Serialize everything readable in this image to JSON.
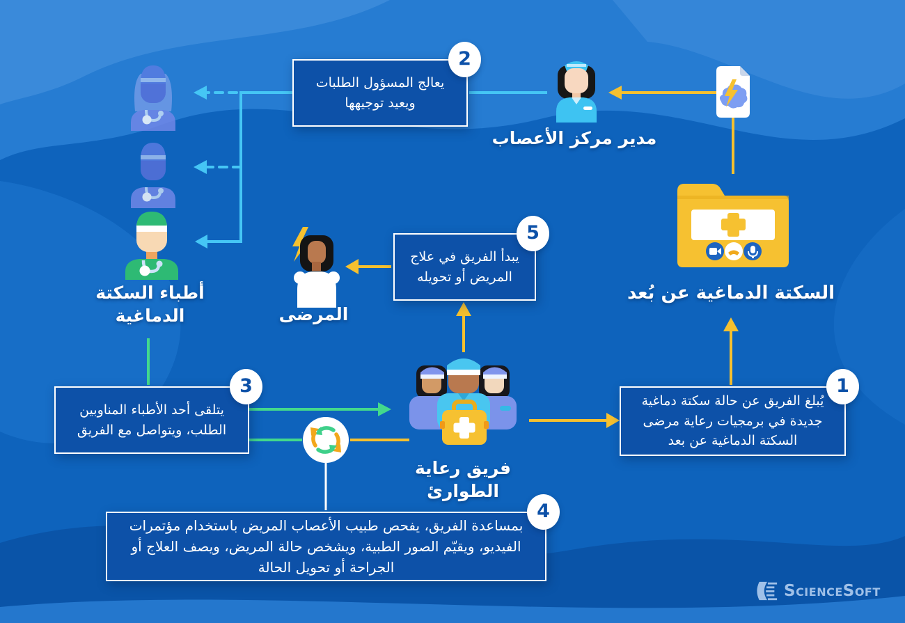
{
  "steps": [
    {
      "num": "1",
      "text": "يُبلغ الفريق عن حالة سكتة دماغية جديدة في برمجيات رعاية مرضى السكتة الدماغية عن بعد"
    },
    {
      "num": "2",
      "text": "يعالج المسؤول الطلبات ويعيد توجيهها"
    },
    {
      "num": "3",
      "text": "يتلقى أحد الأطباء المناوبين الطلب، ويتواصل مع الفريق"
    },
    {
      "num": "4",
      "text": "بمساعدة الفريق، يفحص طبيب الأعصاب المريض باستخدام مؤتمرات الفيديو، ويقيّم الصور الطبية، ويشخص حالة المريض، ويصف العلاج أو الجراحة أو تحويل الحالة"
    },
    {
      "num": "5",
      "text": "يبدأ الفريق في علاج المريض أو تحويله"
    }
  ],
  "labels": {
    "neuro_manager": "مدير مركز الأعصاب",
    "telestroke": "السكتة الدماغية عن بُعد",
    "stroke_doctors": "أطباء السكتة الدماغية",
    "patients": "المرضى",
    "emergency_team": "فريق رعاية الطوارئ"
  },
  "logo": {
    "text": "ScienceSoft"
  },
  "icons": [
    "doctor-icon",
    "doctor-icon",
    "doctor-icon",
    "nurse-icon",
    "stroke-case-document-icon",
    "telestroke-folder-icon",
    "patient-icon",
    "emergency-team-icon",
    "cycle-icon",
    "sciencesoft-logo-icon"
  ],
  "colors": {
    "background": "#0e63bc",
    "box_fill": "#0d51a8",
    "accent_yellow": "#f5c02f",
    "accent_cyan": "#45c6f5",
    "accent_green": "#43d98c",
    "text": "#ffffff",
    "logo": "#9fc0e8"
  }
}
